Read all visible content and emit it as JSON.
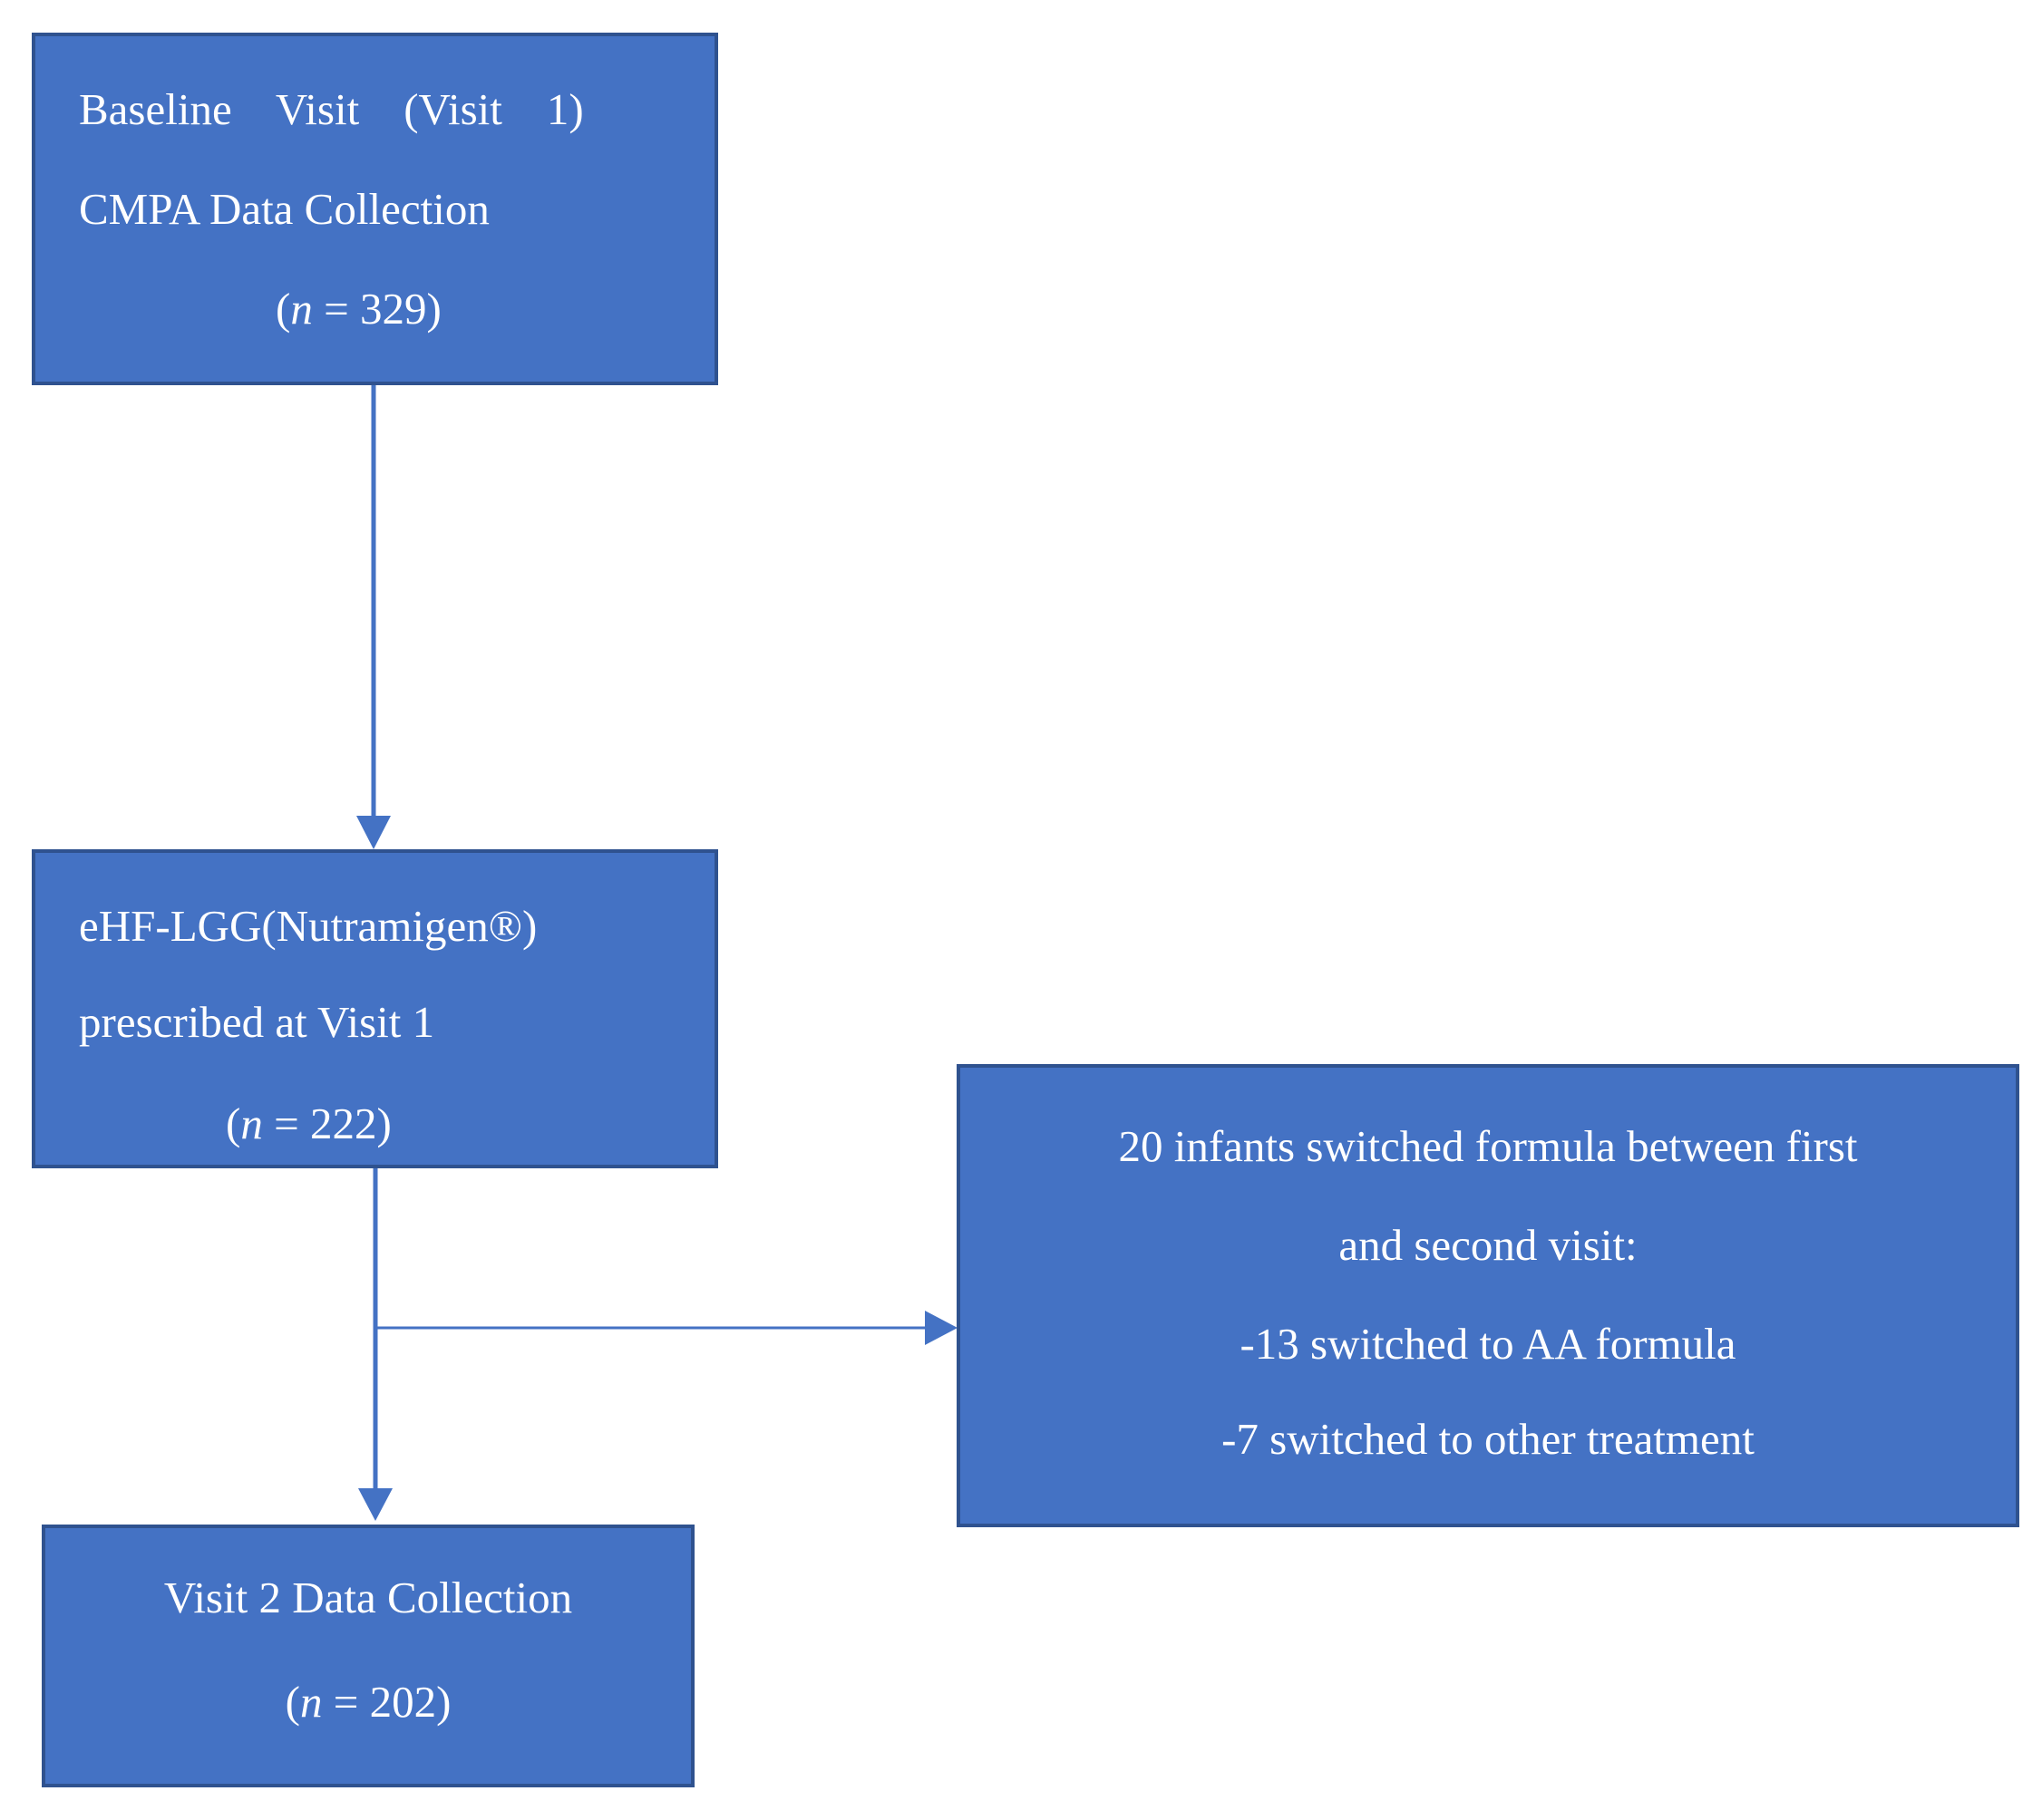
{
  "boxes": {
    "baseline": {
      "line1": "Baseline    Visit    (Visit    1)",
      "line2": "CMPA Data Collection",
      "n_var": "n",
      "n_value": " = 329)",
      "n_open": "("
    },
    "prescribed": {
      "line1": "eHF-LGG(Nutramigen®)",
      "line2": "prescribed at Visit 1",
      "n_var": "n",
      "n_value": " = 222)",
      "n_open": "("
    },
    "visit2": {
      "line1": "Visit 2 Data Collection",
      "n_var": "n",
      "n_value": " = 202)",
      "n_open": "("
    },
    "switched": {
      "line1": "20 infants switched formula between first",
      "line2": "and second visit:",
      "line3": "-13 switched to AA formula",
      "line4": "-7 switched to other treatment"
    }
  },
  "colors": {
    "fill": "#4472C4",
    "border": "#2F528F",
    "arrow": "#4472C4"
  }
}
